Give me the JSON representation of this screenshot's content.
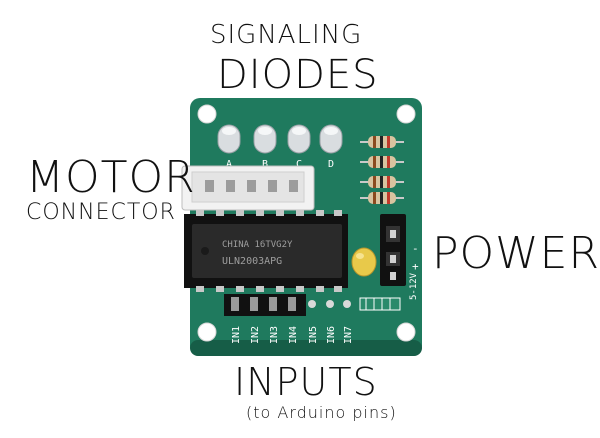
{
  "labels": {
    "signaling_line1": "SIGNALING",
    "signaling_line2": "DIODES",
    "motor_line1": "MOTOR",
    "motor_line2": "CONNECTOR",
    "power": "POWER",
    "inputs": "INPUTS",
    "inputs_sub": "(to Arduino pins)"
  },
  "board": {
    "led_labels": [
      "A",
      "B",
      "C",
      "D"
    ],
    "chip_line1": "CHINA 16TVG2Y",
    "chip_line2": "ULN2003APG",
    "input_labels": [
      "IN1",
      "IN2",
      "IN3",
      "IN4",
      "IN5",
      "IN6",
      "IN7"
    ],
    "power_pins": [
      "-",
      "+"
    ],
    "voltage": "5-12V"
  },
  "colors": {
    "pcb": "#1f7a5e",
    "pcb_dark": "#165d47",
    "chip": "#2a2a2a",
    "connector": "#f2f2f2",
    "led": "#d9dde0",
    "capacitor": "#e8c94a",
    "silkscreen": "#ffffff"
  }
}
